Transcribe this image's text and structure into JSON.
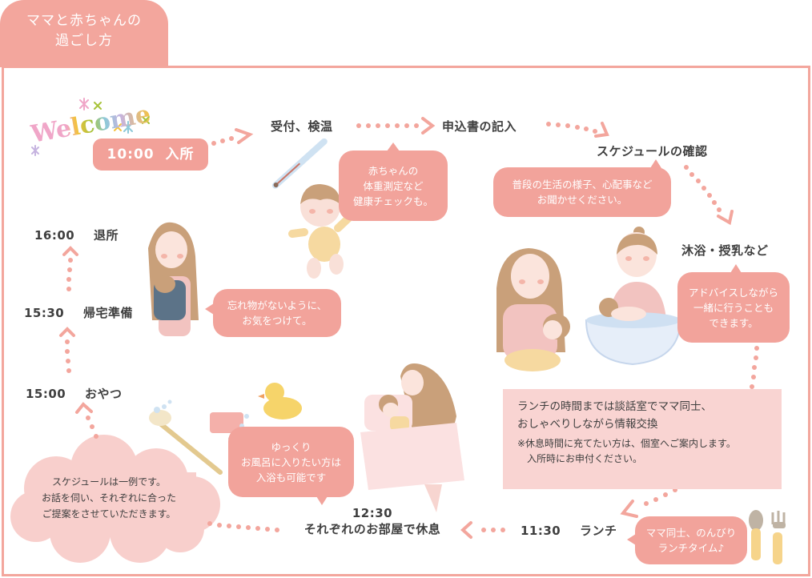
{
  "header": {
    "title_line1": "ママと赤ちゃんの",
    "title_line2": "過ごし方"
  },
  "welcome": {
    "text": "Welcome"
  },
  "schedule": {
    "checkin": {
      "time": "10:00",
      "label": "入所"
    },
    "reception": "受付、検温",
    "application": "申込書の記入",
    "schedule_confirm": "スケジュールの確認",
    "bathing": "沐浴・授乳など",
    "lunch": {
      "time": "11:30",
      "label": "ランチ"
    },
    "rest": {
      "time": "12:30",
      "label": "それぞれのお部屋で休息"
    },
    "snack": {
      "time": "15:00",
      "label": "おやつ"
    },
    "prepare": {
      "time": "15:30",
      "label": "帰宅準備"
    },
    "checkout": {
      "time": "16:00",
      "label": "退所"
    }
  },
  "bubbles": {
    "health_check": [
      "赤ちゃんの",
      "体重測定など",
      "健康チェックも。"
    ],
    "interview": [
      "普段の生活の様子、心配事など",
      "お聞かせください。"
    ],
    "advice": [
      "アドバイスしながら",
      "一緒に行うことも",
      "できます。"
    ],
    "lunch_time": [
      "ママ同士、のんびり",
      "ランチタイム♪"
    ],
    "bath_option": [
      "ゆっくり",
      "お風呂に入りたい方は",
      "入浴も可能です"
    ],
    "forget": [
      "忘れ物がないように、",
      "お気をつけて。"
    ]
  },
  "note": {
    "main": [
      "ランチの時間までは談話室でママ同士、",
      "おしゃべりしながら情報交換"
    ],
    "sub": [
      "※休息時間に充てたい方は、個室へご案内します。",
      "　入所時にお申付ください。"
    ]
  },
  "cloud": {
    "lines": [
      "スケジュールは一例です。",
      "お話を伺い、それぞれに合った",
      "ご提案をさせていただきます。"
    ]
  },
  "colors": {
    "accent": "#f3a69d",
    "bubble": "#f2a39b",
    "note_bg": "#f9d4d2",
    "cloud_bg": "#f8cfcc",
    "text": "#3f3f3f"
  }
}
